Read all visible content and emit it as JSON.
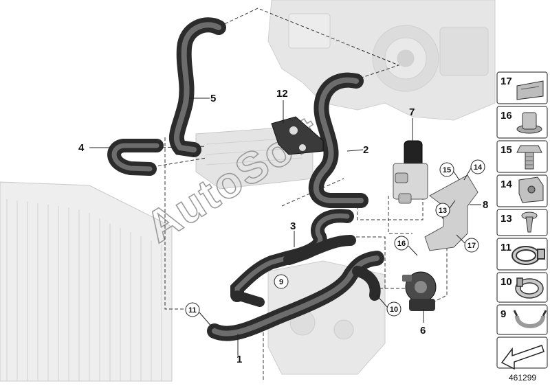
{
  "diagram": {
    "diagram_id": "461299",
    "watermark": "AutoSoft",
    "callouts": [
      {
        "num": "1"
      },
      {
        "num": "2"
      },
      {
        "num": "3"
      },
      {
        "num": "4"
      },
      {
        "num": "5"
      },
      {
        "num": "6"
      },
      {
        "num": "7"
      },
      {
        "num": "8"
      },
      {
        "num": "12"
      }
    ],
    "circled_callouts": [
      {
        "num": "9"
      },
      {
        "num": "10"
      },
      {
        "num": "11"
      },
      {
        "num": "13"
      },
      {
        "num": "14"
      },
      {
        "num": "15"
      },
      {
        "num": "16"
      },
      {
        "num": "17"
      }
    ],
    "side_panel": [
      {
        "num": "17",
        "icon": "spring-nut-icon"
      },
      {
        "num": "16",
        "icon": "collar-nut-icon"
      },
      {
        "num": "15",
        "icon": "hex-bolt-icon"
      },
      {
        "num": "14",
        "icon": "clip-nut-icon"
      },
      {
        "num": "13",
        "icon": "torx-screw-icon"
      },
      {
        "num": "11",
        "icon": "hose-clamp-icon"
      },
      {
        "num": "10",
        "icon": "hose-clamp-wide-icon"
      },
      {
        "num": "9",
        "icon": "hose-clip-icon"
      },
      {
        "num": "",
        "icon": "arrow-left-down-icon"
      }
    ]
  }
}
